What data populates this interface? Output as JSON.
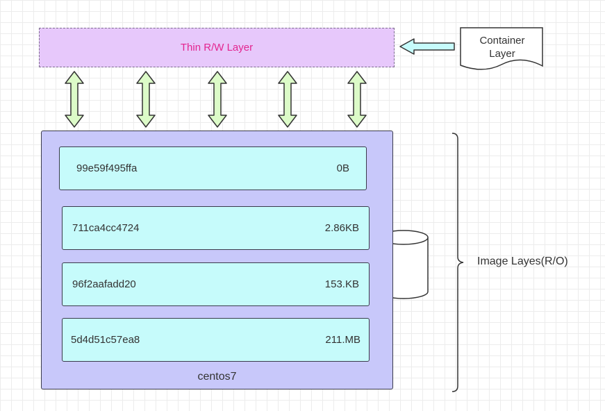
{
  "container_layer": {
    "label": "Thin R/W Layer",
    "source_lines": [
      "Container",
      "Layer"
    ]
  },
  "image_layers": {
    "label": "Image Layes(R/O)",
    "image_name": "centos7",
    "layers": [
      {
        "id": "99e59f495ffa",
        "size": "0B"
      },
      {
        "id": "711ca4cc4724",
        "size": "2.86KB"
      },
      {
        "id": "96f2aafadd20",
        "size": "153.KB"
      },
      {
        "id": "5d4d51c57ea8",
        "size": "211.MB"
      }
    ]
  },
  "colors": {
    "rw_layer_fill": "#e7c8fb",
    "rw_layer_text": "#e3258f",
    "image_box_fill": "#c8c8fa",
    "layer_row_fill": "#c6fbfb",
    "arrow_fill": "#dcfbc8",
    "pointer_arrow_fill": "#c6fbfb"
  },
  "icons": [
    "double-arrow-icon",
    "left-arrow-icon",
    "document-shape-icon",
    "database-cylinder-icon",
    "brace-icon"
  ]
}
